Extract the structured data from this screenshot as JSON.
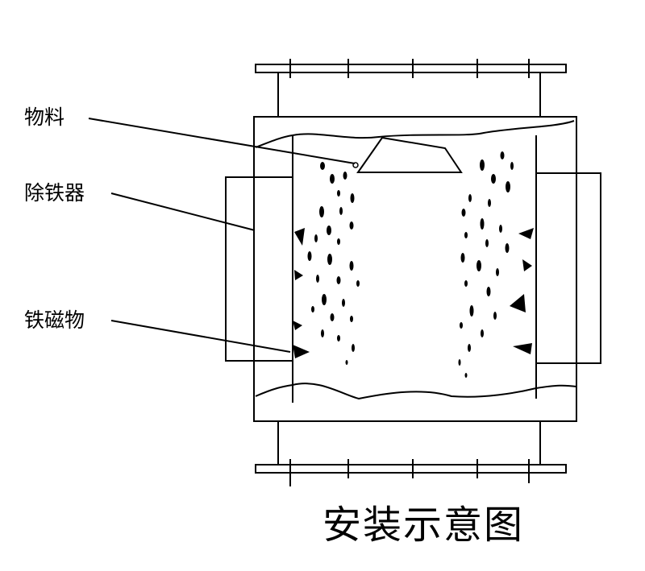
{
  "diagram": {
    "title": "安装示意图",
    "labels": {
      "material": "物料",
      "iron_remover": "除铁器",
      "ferromagnetic": "铁磁物"
    },
    "colors": {
      "line": "#000000",
      "background": "#ffffff"
    }
  }
}
